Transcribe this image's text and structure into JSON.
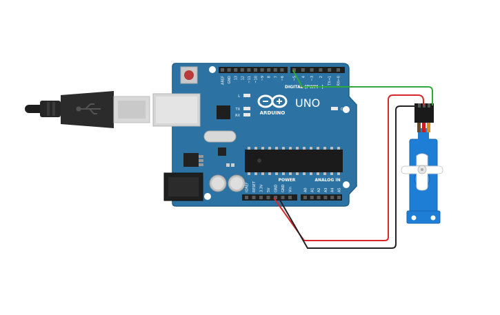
{
  "board": {
    "logo_text": "ARDUINO",
    "model": "UNO",
    "digital_label": "DIGITAL (PWM~)",
    "power_label": "POWER",
    "analog_label": "ANALOG IN",
    "on_label": "ON",
    "led_l": "L",
    "led_tx": "TX",
    "led_rx": "RX",
    "digital_pins": [
      "AREF",
      "GND",
      "13",
      "12",
      "~11",
      "~10",
      "~9",
      "8",
      "7",
      "~6",
      "~5",
      "4",
      "~3",
      "2",
      "TX→1",
      "RX←0"
    ],
    "power_pins": [
      "IOREF",
      "RESET",
      "3.3V",
      "5V",
      "GND",
      "GND",
      "Vin"
    ],
    "analog_pins": [
      "A0",
      "A1",
      "A2",
      "A3",
      "A4",
      "A5"
    ]
  },
  "usb": {
    "symbol": "usb-trident"
  },
  "servo": {
    "wire_colors": [
      "#6b4a2a",
      "#c81e1e",
      "#e08a1e"
    ]
  },
  "wires": {
    "signal_color": "#2faa3a",
    "power_color": "#d6272b",
    "ground_color": "#222222"
  },
  "colors": {
    "board_blue": "#2c73a3",
    "board_edge": "#1f5e88",
    "servo_blue": "#1e7ed6"
  }
}
